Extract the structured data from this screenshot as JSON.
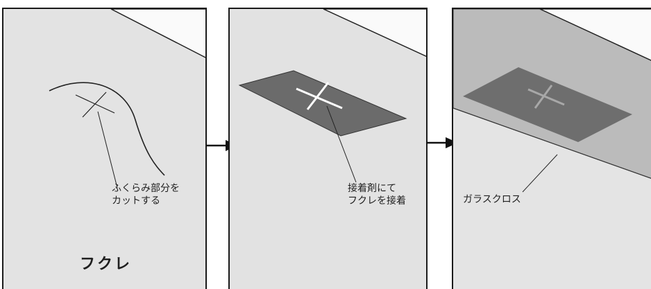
{
  "steps": [
    {
      "note_line1": "ふくらみ部分を",
      "note_line2": "カットする",
      "title": "フクレ"
    },
    {
      "note_line1": "接着剤にて",
      "note_line2": "フクレを接着"
    },
    {
      "note_line1": "ガラスクロス"
    }
  ],
  "colors": {
    "panel_bg": "#e2e2e2",
    "patch": "#6b6b6b",
    "cloth": "#b9b9b9",
    "outline": "#1a1a1a"
  },
  "icons": [
    "arrow-right-icon",
    "arrow-right-icon"
  ]
}
